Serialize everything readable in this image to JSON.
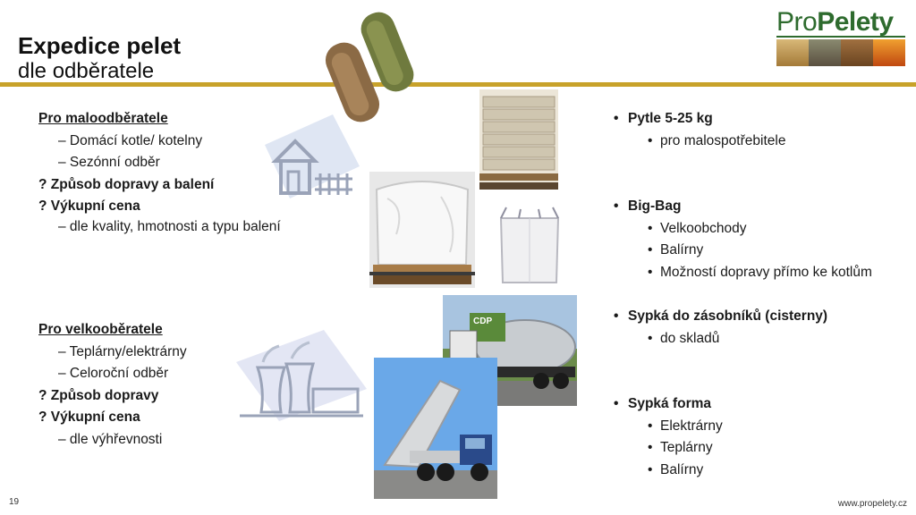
{
  "header": {
    "title": "Expedice pelet",
    "subtitle": "dle odběratele"
  },
  "logo": {
    "text_pro": "Pro",
    "text_pelety": "Pelety"
  },
  "left": {
    "small": {
      "heading": "Pro maloodběratele",
      "items": [
        "– Domácí kotle/ kotelny",
        "– Sezónní odběr"
      ],
      "q1": "? Způsob dopravy a balení",
      "q2": "? Výkupní cena",
      "detail": "– dle kvality, hmotnosti a typu balení"
    },
    "large": {
      "heading": "Pro velkooběratele",
      "items": [
        "– Teplárny/elektrárny",
        "– Celoroční odběr"
      ],
      "q1": "? Způsob dopravy",
      "q2": "? Výkupní cena",
      "detail": "– dle výhřevnosti"
    }
  },
  "right": {
    "groups": [
      {
        "title": "Pytle 5-25 kg",
        "items": [
          "pro malospotřebitele"
        ]
      },
      {
        "title": "Big-Bag",
        "items": [
          "Velkoobchody",
          "Balírny",
          "Možností dopravy přímo ke kotlům"
        ]
      },
      {
        "title": "Sypká do zásobníků (cisterny)",
        "items": [
          "do skladů"
        ]
      },
      {
        "title": "Sypká  forma",
        "items": [
          "Elektrárny",
          "Teplárny",
          "Balírny"
        ]
      }
    ]
  },
  "truck_label": "CDP",
  "footer": {
    "page": "19",
    "url": "www.propelety.cz"
  },
  "colors": {
    "rule": "#c8a22a",
    "logo_green": "#2e6b2e"
  }
}
